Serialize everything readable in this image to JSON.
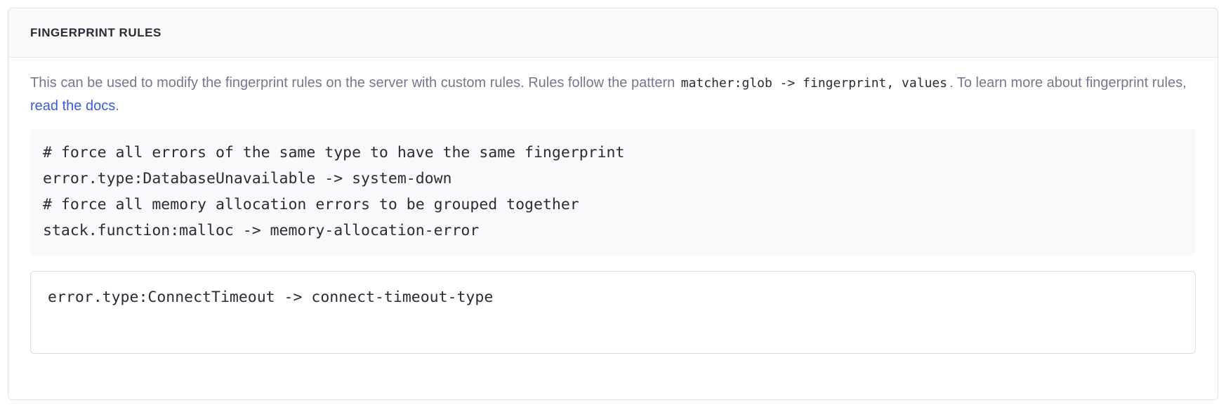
{
  "panel": {
    "title": "FINGERPRINT RULES"
  },
  "description": {
    "part1": "This can be used to modify the fingerprint rules on the server with custom rules. Rules follow the pattern ",
    "inline_code": "matcher:glob -> fingerprint, values",
    "part2": ". To learn more about fingerprint rules, ",
    "link_text": "read the docs",
    "part3": "."
  },
  "example_code": {
    "lines": [
      "# force all errors of the same type to have the same fingerprint",
      "error.type:DatabaseUnavailable -> system-down",
      "# force all memory allocation errors to be grouped together",
      "stack.function:malloc -> memory-allocation-error"
    ],
    "text": "# force all errors of the same type to have the same fingerprint\nerror.type:DatabaseUnavailable -> system-down\n# force all memory allocation errors to be grouped together\nstack.function:malloc -> memory-allocation-error"
  },
  "rules_input": {
    "value": "error.type:ConnectTimeout -> connect-timeout-type",
    "placeholder": "matcher:glob -> fingerprint, values"
  },
  "colors": {
    "header_background": "#fafafb",
    "panel_border": "#e0e0e6",
    "title_text": "#2f2936",
    "description_text": "#7a7490",
    "link": "#3b5bdb",
    "code_background": "#f8f9fb",
    "code_text": "#2f2936",
    "input_border": "#dcdce4"
  }
}
